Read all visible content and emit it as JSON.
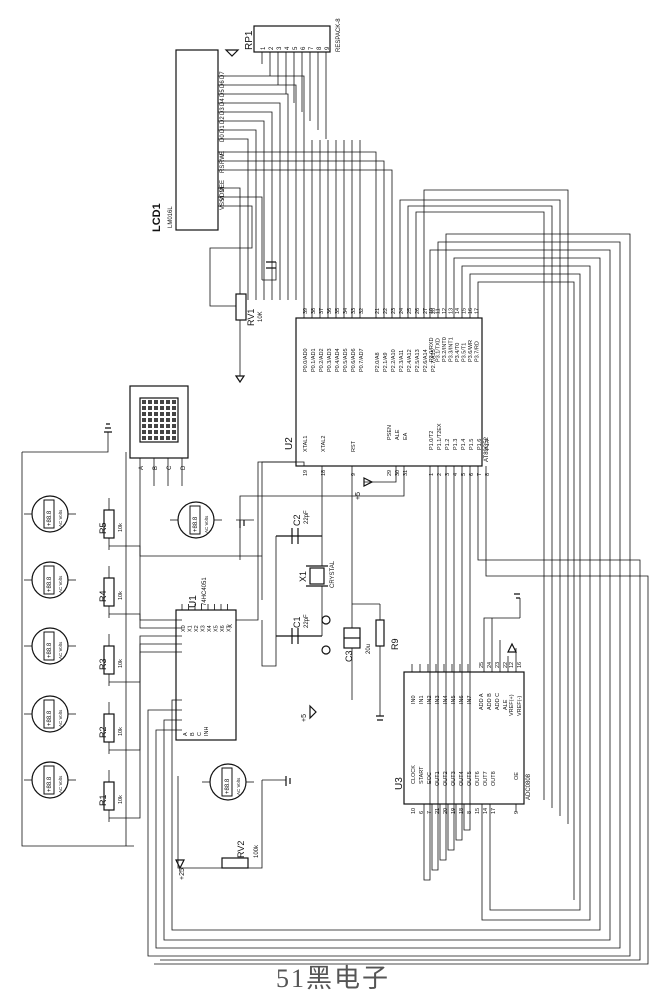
{
  "watermark": "51黑电子",
  "lcd": {
    "ref": "LCD1",
    "part": "LM016L",
    "pins_data": [
      "D7",
      "D6",
      "D5",
      "D4",
      "D3",
      "D2",
      "D1",
      "D0"
    ],
    "pins_ctrl": [
      "E",
      "RW",
      "RS"
    ],
    "pins_pwr": [
      "VEE",
      "VDD",
      "VSS"
    ]
  },
  "rp1": {
    "ref": "RP1",
    "part": "RESPACK-8",
    "pins": [
      "1",
      "2",
      "3",
      "4",
      "5",
      "6",
      "7",
      "8",
      "9"
    ]
  },
  "rv1": {
    "ref": "RV1",
    "value": "10K"
  },
  "rv2": {
    "ref": "RV2",
    "value": "100k"
  },
  "u2": {
    "ref": "U2",
    "part": "AT89C52",
    "p0": [
      "P0.0/AD0",
      "P0.1/AD1",
      "P0.2/AD2",
      "P0.3/AD3",
      "P0.4/AD4",
      "P0.5/AD5",
      "P0.6/AD6",
      "P0.7/AD7"
    ],
    "p0_nums": [
      "39",
      "38",
      "37",
      "36",
      "35",
      "34",
      "33",
      "32"
    ],
    "p2": [
      "P2.0/A8",
      "P2.1/A9",
      "P2.2/A10",
      "P2.3/A11",
      "P2.4/A12",
      "P2.5/A13",
      "P2.6/A14",
      "P2.7/A15"
    ],
    "p2_nums": [
      "21",
      "22",
      "23",
      "24",
      "25",
      "26",
      "27",
      "28"
    ],
    "p3": [
      "P3.0/RXD",
      "P3.1/TXD",
      "P3.2/INT0",
      "P3.3/INT1",
      "P3.4/T0",
      "P3.5/T1",
      "P3.6/WR",
      "P3.7/RD"
    ],
    "p3_nums": [
      "10",
      "11",
      "12",
      "13",
      "14",
      "15",
      "16",
      "17"
    ],
    "left": [
      "XTAL1",
      "XTAL2",
      "RST"
    ],
    "left_nums": [
      "19",
      "18",
      "9"
    ],
    "ctrl": [
      "PSEN",
      "ALE",
      "EA"
    ],
    "ctrl_nums": [
      "29",
      "30",
      "31"
    ],
    "p1": [
      "P1.0/T2",
      "P1.1/T2EX",
      "P1.2",
      "P1.3",
      "P1.4",
      "P1.5",
      "P1.6",
      "P1.7"
    ],
    "p1_nums": [
      "1",
      "2",
      "3",
      "4",
      "5",
      "6",
      "7",
      "8"
    ]
  },
  "u1": {
    "ref": "U1",
    "part": "74HC4051",
    "x_pins": [
      "X0",
      "X1",
      "X2",
      "X3",
      "X4",
      "X5",
      "X6",
      "X7"
    ],
    "sel_pins": [
      "A",
      "B",
      "C",
      "INH"
    ],
    "out_pin": "X"
  },
  "u3": {
    "ref": "U3",
    "part": "ADC0808",
    "inputs": [
      "IN0",
      "IN1",
      "IN2",
      "IN3",
      "IN4",
      "IN5",
      "IN6",
      "IN7"
    ],
    "addr": [
      "ADD A",
      "ADD B",
      "ADD C",
      "ALE"
    ],
    "addr_nums": [
      "25",
      "24",
      "23",
      "22"
    ],
    "vref": [
      "VREF(+)",
      "VREF(-)"
    ],
    "vref_nums": [
      "12",
      "16"
    ],
    "left": [
      "CLOCK",
      "START",
      "EOC"
    ],
    "left_nums": [
      "10",
      "6",
      "7"
    ],
    "outs": [
      "OUT1",
      "OUT2",
      "OUT3",
      "OUT4",
      "OUT5",
      "OUT6",
      "OUT7",
      "OUT8"
    ],
    "out_nums": [
      "21",
      "20",
      "19",
      "18",
      "8",
      "15",
      "14",
      "17"
    ],
    "oe": "OE",
    "oe_num": "9"
  },
  "c1": {
    "ref": "C1",
    "value": "22pF"
  },
  "c2": {
    "ref": "C2",
    "value": "22pF"
  },
  "c3": {
    "ref": "C3",
    "value": "20u"
  },
  "x1": {
    "ref": "X1",
    "part": "CRYSTAL"
  },
  "r9": {
    "ref": "R9"
  },
  "resistors": [
    {
      "ref": "R5",
      "value": "10k"
    },
    {
      "ref": "R4",
      "value": "10k"
    },
    {
      "ref": "R3",
      "value": "10k"
    },
    {
      "ref": "R2",
      "value": "10k"
    },
    {
      "ref": "R1",
      "value": "10k"
    }
  ],
  "voltmeters": [
    {
      "reading": "+88.8",
      "unit": "AC Volts"
    },
    {
      "reading": "+88.8",
      "unit": "AC Volts"
    },
    {
      "reading": "+88.8",
      "unit": "AC Volts"
    },
    {
      "reading": "+88.8",
      "unit": "AC Volts"
    },
    {
      "reading": "+88.8",
      "unit": "AC Volts"
    },
    {
      "reading": "+88.8",
      "unit": "AC Volts"
    },
    {
      "reading": "+88.8",
      "unit": "AC Volts"
    }
  ],
  "matrix_pins": [
    "A",
    "B",
    "C",
    "D"
  ],
  "supply": {
    "plus5": "+5",
    "plus25": "+25"
  }
}
